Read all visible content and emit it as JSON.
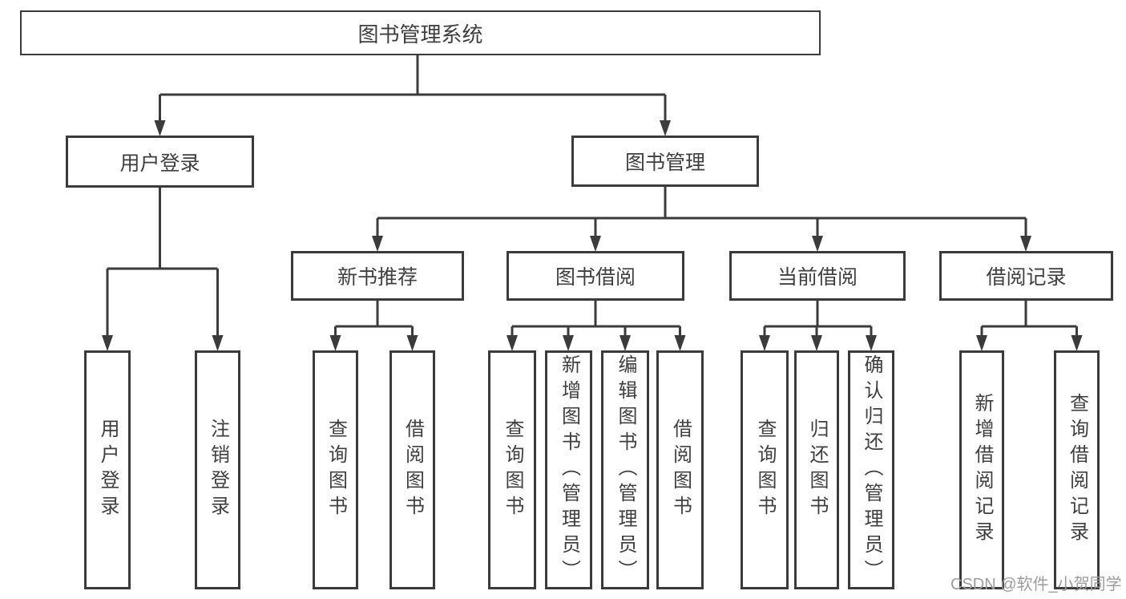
{
  "tree": {
    "root": "图书管理系统",
    "children": [
      {
        "label": "用户登录",
        "children": [
          {
            "label": "用户登录"
          },
          {
            "label": "注销登录"
          }
        ]
      },
      {
        "label": "图书管理",
        "children": [
          {
            "label": "新书推荐",
            "children": [
              {
                "label": "查询图书"
              },
              {
                "label": "借阅图书"
              }
            ]
          },
          {
            "label": "图书借阅",
            "children": [
              {
                "label": "查询图书"
              },
              {
                "label": "新增图书（管理员）"
              },
              {
                "label": "编辑图书（管理员）"
              },
              {
                "label": "借阅图书"
              }
            ]
          },
          {
            "label": "当前借阅",
            "children": [
              {
                "label": "查询图书"
              },
              {
                "label": "归还图书"
              },
              {
                "label": "确认归还（管理员）"
              }
            ]
          },
          {
            "label": "借阅记录",
            "children": [
              {
                "label": "新增借阅记录"
              },
              {
                "label": "查询借阅记录"
              }
            ]
          }
        ]
      }
    ]
  },
  "watermark": "CSDN @软件_小贺同学",
  "colors": {
    "line": "#3b3b3b",
    "text": "#3f3f3f",
    "watermark": "#9c9c9c",
    "background": "#ffffff"
  }
}
